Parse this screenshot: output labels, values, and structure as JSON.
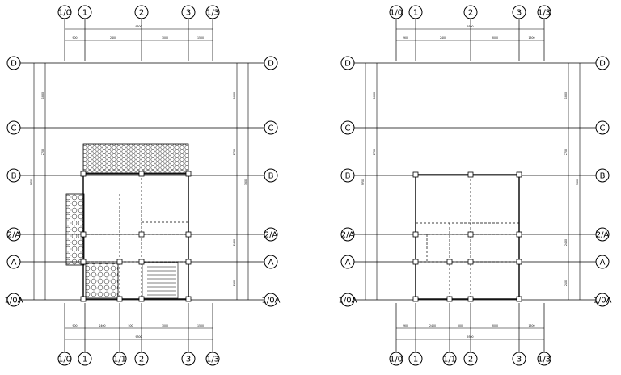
{
  "drawings": [
    {
      "id": "left",
      "top_axes": [
        "1/0",
        "1",
        "2",
        "3",
        "1/3"
      ],
      "bottom_axes": [
        "1/0",
        "1",
        "1/1",
        "2",
        "3",
        "1/3"
      ],
      "row_axes": [
        "D",
        "C",
        "B",
        "2/A",
        "A",
        "1/0A"
      ],
      "top_dims": [
        "900",
        "2400",
        "3000",
        "1500"
      ],
      "top_total": "9300",
      "bottom_dims": [
        "900",
        "2400",
        "500",
        "3000",
        "1500"
      ],
      "bottom_total": "9300",
      "left_dims": [
        "1800",
        "2700",
        "9700"
      ],
      "right_dims": [
        "1800",
        "2700",
        "3600",
        "2400",
        "2100"
      ]
    },
    {
      "id": "right",
      "top_axes": [
        "1/0",
        "1",
        "2",
        "3",
        "1/3"
      ],
      "bottom_axes": [
        "1/0",
        "1",
        "1/1",
        "2",
        "3",
        "1/3"
      ],
      "row_axes": [
        "D",
        "C",
        "B",
        "2/A",
        "A",
        "1/0A"
      ],
      "top_dims": [
        "900",
        "2400",
        "3000",
        "1500"
      ],
      "top_total": "9300",
      "bottom_dims": [
        "900",
        "2400",
        "500",
        "3000",
        "1500"
      ],
      "bottom_total": "9300",
      "left_dims": [
        "1800",
        "2700",
        "9700"
      ],
      "right_dims": [
        "1800",
        "2700",
        "3600",
        "2400",
        "2100"
      ]
    }
  ]
}
